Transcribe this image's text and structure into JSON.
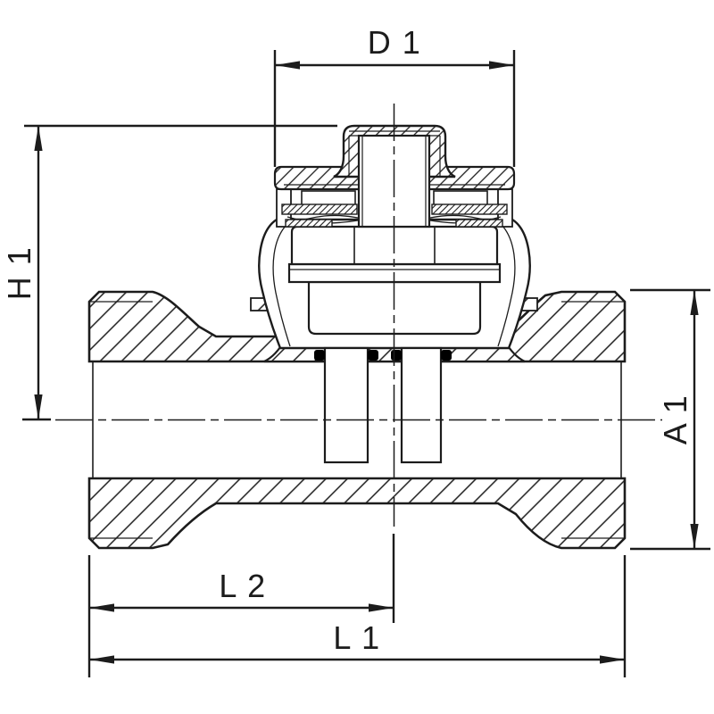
{
  "drawing": {
    "background_color": "#ffffff",
    "line_color": "#1c1c1c",
    "seal_color": "#000000",
    "dimension_labels": {
      "d1": "D 1",
      "h1": "H 1",
      "a1": "A 1",
      "l2": "L 2",
      "l1": "L 1"
    }
  }
}
